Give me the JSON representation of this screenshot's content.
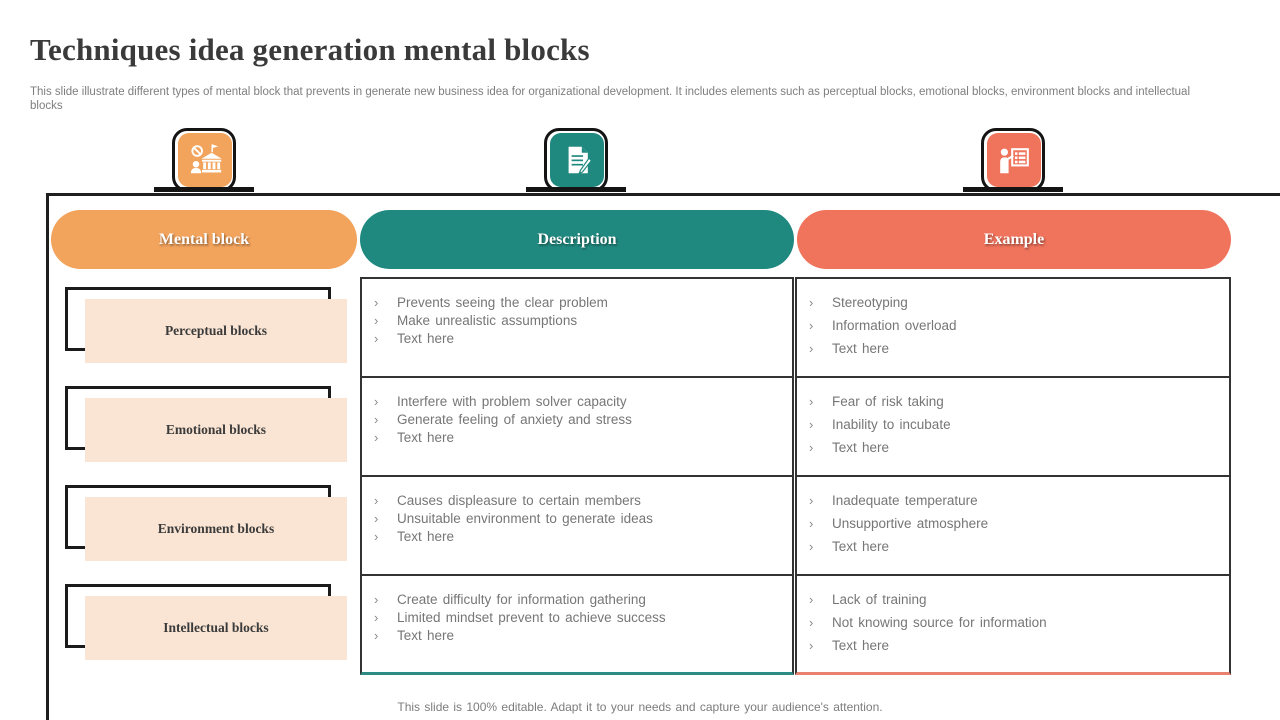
{
  "slide": {
    "title": "Techniques idea generation mental blocks",
    "subtitle": "This slide illustrate different types of mental block that prevents in generate new business idea for organizational development. It includes elements such as perceptual blocks, emotional blocks, environment blocks and intellectual blocks",
    "footer": "This slide is 100% editable. Adapt it to your needs and capture your audience's attention."
  },
  "glyphs": {
    "bullet": "›"
  },
  "colors": {
    "orange": "#f2a35c",
    "teal": "#20897f",
    "salmon": "#f0735c",
    "peach": "#fae5d4",
    "frame_black": "#1f1f1f",
    "body_text_gray": "#767676"
  },
  "icons": [
    {
      "name": "restricted-institution-icon",
      "badge_color": "#f2a35c"
    },
    {
      "name": "document-pencil-icon",
      "badge_color": "#20897f"
    },
    {
      "name": "presentation-board-icon",
      "badge_color": "#f0735c"
    }
  ],
  "table": {
    "headers": [
      {
        "label": "Mental block"
      },
      {
        "label": "Description"
      },
      {
        "label": "Example"
      }
    ],
    "rows": [
      {
        "label": "Perceptual blocks",
        "description": [
          "Prevents seeing the clear problem",
          "Make unrealistic assumptions",
          "Text here"
        ],
        "example": [
          "Stereotyping",
          "Information overload",
          "Text here"
        ]
      },
      {
        "label": "Emotional blocks",
        "description": [
          "Interfere with problem solver capacity",
          "Generate feeling of anxiety and stress",
          "Text here"
        ],
        "example": [
          "Fear of risk taking",
          "Inability to incubate",
          "Text here"
        ]
      },
      {
        "label": "Environment blocks",
        "description": [
          "Causes displeasure to certain members",
          "Unsuitable environment to generate ideas",
          "Text here"
        ],
        "example": [
          "Inadequate temperature",
          "Unsupportive atmosphere",
          "Text here"
        ]
      },
      {
        "label": "Intellectual blocks",
        "description": [
          "Create difficulty for information gathering",
          "Limited mindset prevent to achieve success",
          "Text here"
        ],
        "example": [
          "Lack of training",
          "Not knowing source for information",
          "Text here"
        ]
      }
    ]
  }
}
